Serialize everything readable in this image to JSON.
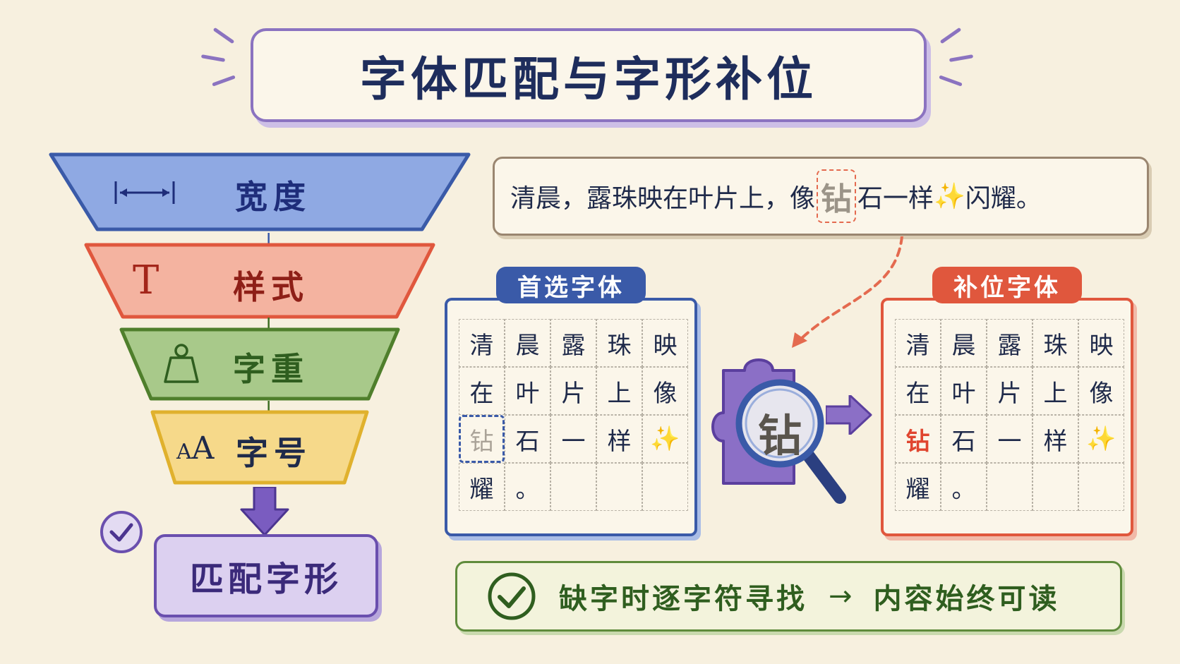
{
  "title": "字体匹配与字形补位",
  "funnel": {
    "steps": [
      {
        "label": "宽度",
        "icon": "width-icon"
      },
      {
        "label": "样式",
        "icon": "text-style-icon"
      },
      {
        "label": "字重",
        "icon": "weight-icon"
      },
      {
        "label": "字号",
        "icon": "font-size-icon",
        "icon_text": "AA"
      }
    ],
    "result": "匹配字形"
  },
  "sentence": {
    "before": "清晨，露珠映在叶片上，像",
    "missing_char": "钻",
    "after": "石一样",
    "star": "✨",
    "end": "闪耀。"
  },
  "primary_font": {
    "title": "首选字体",
    "rows": [
      [
        "清",
        "晨",
        "露",
        "珠",
        "映"
      ],
      [
        "在",
        "叶",
        "片",
        "上",
        "像"
      ],
      [
        "钻",
        "石",
        "一",
        "样",
        "✨"
      ],
      [
        "耀",
        "。",
        "",
        "",
        ""
      ]
    ]
  },
  "lookup": {
    "char": "钻"
  },
  "fallback_font": {
    "title": "补位字体",
    "rows": [
      [
        "清",
        "晨",
        "露",
        "珠",
        "映"
      ],
      [
        "在",
        "叶",
        "片",
        "上",
        "像"
      ],
      [
        "钻",
        "石",
        "一",
        "样",
        "✨"
      ],
      [
        "耀",
        "。",
        "",
        "",
        ""
      ]
    ]
  },
  "banner": {
    "left": "缺字时逐字符寻找",
    "arrow": "→",
    "right": "内容始终可读"
  },
  "colors": {
    "width": "#6f8fd6",
    "style": "#f2a28c",
    "weight": "#8fb86a",
    "size": "#f3cf6a",
    "result": "#dcd0f0",
    "primary": "#3a5aa8",
    "fallback": "#e0573d",
    "check": "#5f8b3c"
  }
}
